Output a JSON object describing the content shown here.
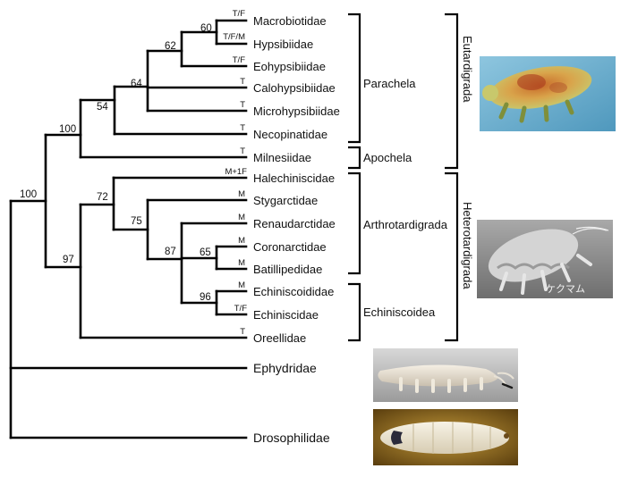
{
  "taxa": {
    "macrobiotidae": "Macrobiotidae",
    "hypsibiidae": "Hypsibiidae",
    "eohypsibiidae": "Eohypsibiidae",
    "calohypsibiidae": "Calohypsibiidae",
    "microhypsibiidae": "Microhypsibiidae",
    "necopinatidae": "Necopinatidae",
    "milnesiidae": "Milnesiidae",
    "halechiniscidae": "Halechiniscidae",
    "stygarctidae": "Stygarctidae",
    "renaudarctidae": "Renaudarctidae",
    "coronarctidae": "Coronarctidae",
    "batillipedidae": "Batillipedidae",
    "echiniscoididae": "Echiniscoididae",
    "echiniscidae": "Echiniscidae",
    "oreellidae": "Oreellidae",
    "ephydridae": "Ephydridae",
    "drosophilidae": "Drosophilidae"
  },
  "modes": {
    "macrobiotidae": "T/F",
    "hypsibiidae": "T/F/M",
    "eohypsibiidae": "T/F",
    "calohypsibiidae": "T",
    "microhypsibiidae": "T",
    "necopinatidae": "T",
    "milnesiidae": "T",
    "halechiniscidae": "M+1F",
    "stygarctidae": "M",
    "renaudarctidae": "M",
    "coronarctidae": "M",
    "batillipedidae": "M",
    "echiniscoididae": "M",
    "echiniscidae": "T/F",
    "oreellidae": "T"
  },
  "support": {
    "macro_hypsi": "60",
    "with_eohyps": "62",
    "with_calo_micro": "64",
    "with_necop": "54",
    "parachela_apochela": "100",
    "root": "100",
    "heterotardigrada": "97",
    "arthro_main": "72",
    "with_stygarct": "75",
    "renaud_group": "87",
    "corono_batil": "65",
    "echiniscoidea": "96"
  },
  "groups": {
    "parachela": "Parachela",
    "apochela": "Apochela",
    "arthrotardigrada": "Arthrotardigrada",
    "echiniscoidea": "Echiniscoidea",
    "eutardigrada": "Eutardigrada",
    "heterotardigrada": "Heterotardigrada"
  },
  "photo_caption": "ケクマム",
  "colors": {
    "line": "#000000",
    "photo_background_blue": "#6aaed0",
    "photo_background_gray": "#8c8c8c",
    "photo_background_amber": "#8a6a1c"
  }
}
